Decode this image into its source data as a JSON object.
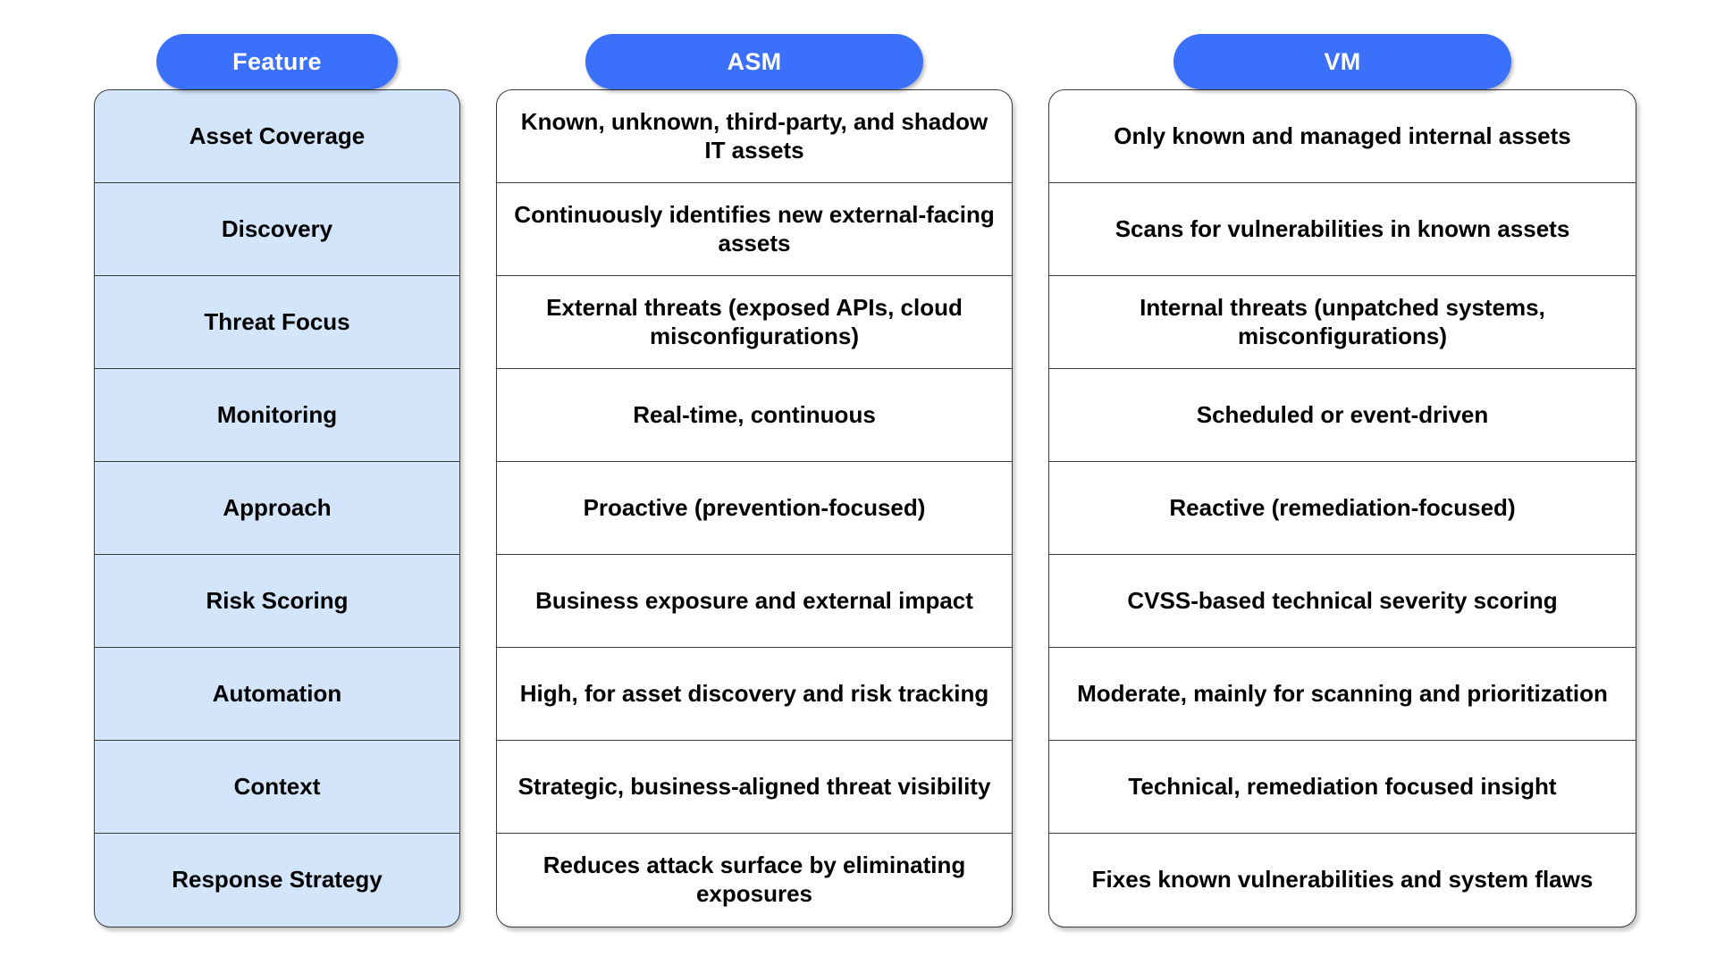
{
  "diagram": {
    "title": "ASM vs VM comparison table",
    "type": "comparison-table",
    "colors": {
      "header_pill": "#3b71fa",
      "header_text": "#ffffff",
      "feature_column_fill": "#d3e5fb",
      "value_column_fill": "#ffffff",
      "border": "#3b3b3b",
      "text": "#000000",
      "background": "#ffffff"
    }
  },
  "headers": [
    {
      "key": "feature",
      "label": "Feature"
    },
    {
      "key": "asm",
      "label": "ASM"
    },
    {
      "key": "vm",
      "label": "VM"
    }
  ],
  "rows": [
    {
      "feature": "Asset Coverage",
      "asm": "Known, unknown, third-party, and shadow IT assets",
      "vm": "Only known and managed internal assets"
    },
    {
      "feature": "Discovery",
      "asm": "Continuously identifies new external-facing assets",
      "vm": "Scans for vulnerabilities in known assets"
    },
    {
      "feature": "Threat Focus",
      "asm": "External threats (exposed APIs, cloud misconfigurations)",
      "vm": "Internal threats (unpatched systems, misconfigurations)"
    },
    {
      "feature": "Monitoring",
      "asm": "Real-time, continuous",
      "vm": "Scheduled or event-driven"
    },
    {
      "feature": "Approach",
      "asm": "Proactive (prevention-focused)",
      "vm": "Reactive (remediation-focused)"
    },
    {
      "feature": "Risk Scoring",
      "asm": "Business exposure and external impact",
      "vm": "CVSS-based technical severity scoring"
    },
    {
      "feature": "Automation",
      "asm": "High, for asset discovery and risk tracking",
      "vm": "Moderate, mainly for scanning and prioritization"
    },
    {
      "feature": "Context",
      "asm": "Strategic, business-aligned threat visibility",
      "vm": "Technical, remediation focused insight"
    },
    {
      "feature": "Response Strategy",
      "asm": "Reduces attack surface by eliminating exposures",
      "vm": "Fixes known vulnerabilities and system flaws"
    }
  ]
}
